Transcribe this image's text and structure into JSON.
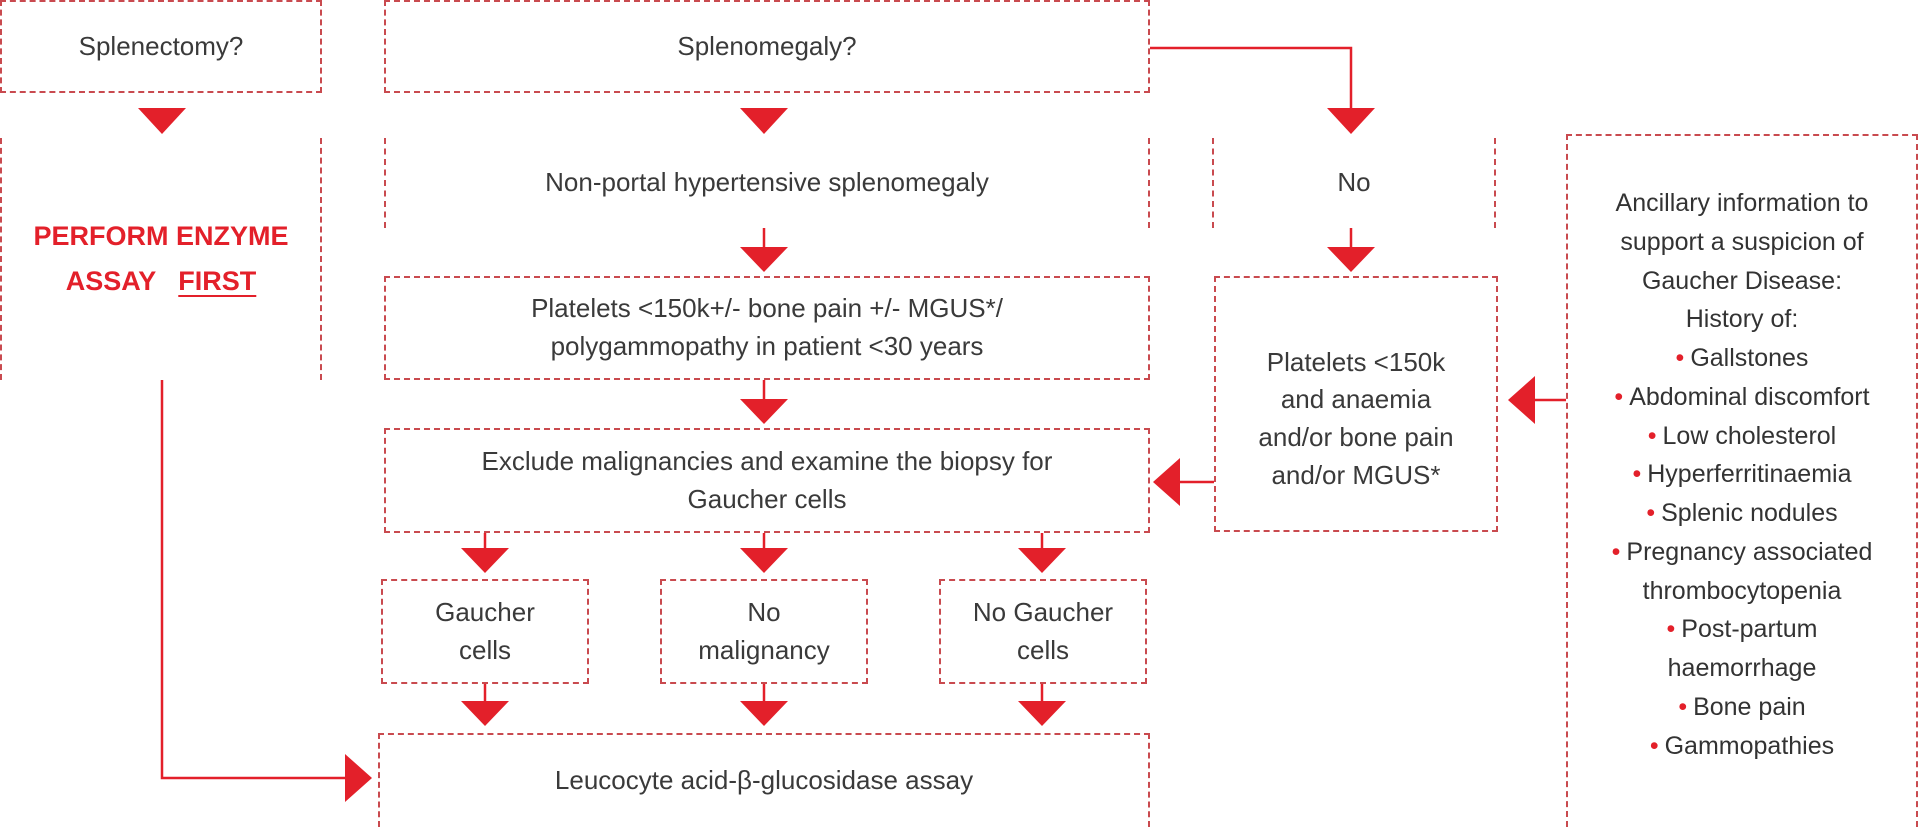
{
  "nodes": {
    "splenectomy": "Splenectomy?",
    "splenomegaly": "Splenomegaly?",
    "perform_line1": "PERFORM ENZYME",
    "perform_line2a": "ASSAY",
    "perform_line2b": "FIRST",
    "non_portal": "Non-portal hypertensive splenomegaly",
    "no_top": "No",
    "platelets_left_l1": "Platelets <150k+/- bone pain +/- MGUS*/",
    "platelets_left_l2": "polygammopathy in patient <30 years",
    "platelets_right_l1": "Platelets <150k",
    "platelets_right_l2": "and anaemia",
    "platelets_right_l3": "and/or bone pain",
    "platelets_right_l4": "and/or MGUS*",
    "exclude_l1": "Exclude malignancies and examine the biopsy for",
    "exclude_l2": "Gaucher cells",
    "gaucher_l1": "Gaucher",
    "gaucher_l2": "cells",
    "nomalig_l1": "No",
    "nomalig_l2": "malignancy",
    "nogaucher_l1": "No Gaucher",
    "nogaucher_l2": "cells",
    "assay": "Leucocyte acid-β-glucosidase assay"
  },
  "ancillary": {
    "heading": [
      "Ancillary information to",
      "support a suspicion of",
      "Gaucher Disease:"
    ],
    "history": "History of:",
    "items": [
      {
        "text": "Gallstones",
        "bullet": true
      },
      {
        "text": "Abdominal discomfort",
        "bullet": true
      },
      {
        "text": "Low cholesterol",
        "bullet": true
      },
      {
        "text": "Hyperferritinaemia",
        "bullet": true
      },
      {
        "text": "Splenic nodules",
        "bullet": true
      },
      {
        "text": "Pregnancy associated",
        "bullet": true
      },
      {
        "text": "thrombocytopenia",
        "bullet": false
      },
      {
        "text": "Post-partum",
        "bullet": true
      },
      {
        "text": "haemorrhage",
        "bullet": false
      },
      {
        "text": "Bone pain",
        "bullet": true
      },
      {
        "text": "Gammopathies",
        "bullet": true
      }
    ],
    "bullet_char": "•"
  },
  "colors": {
    "accent_red": "#e3202a",
    "border_red": "#c94a4f",
    "text": "#3a3a3a"
  }
}
